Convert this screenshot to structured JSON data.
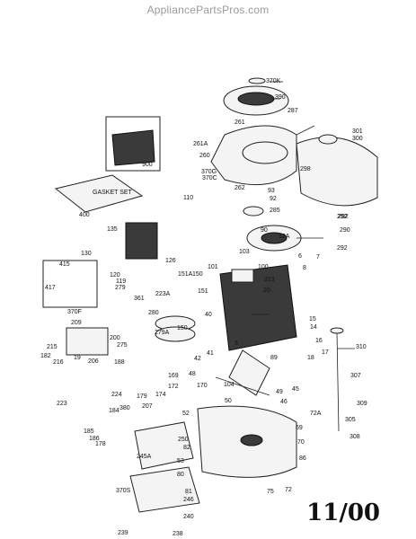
{
  "header": {
    "watermark": "AppliancePartsPros.com"
  },
  "footer": {
    "date_code": "11/00"
  },
  "kit_labels": {
    "gasket_set": "GASKET SET"
  },
  "parts": [
    "370K",
    "390",
    "287",
    "261",
    "301",
    "300",
    "261A",
    "260",
    "298",
    "900",
    "370G",
    "370C",
    "262",
    "93",
    "92",
    "285",
    "110",
    "400",
    "135",
    "292",
    "290",
    "292",
    "90",
    "12A",
    "292",
    "103",
    "7",
    "6",
    "8",
    "130",
    "120",
    "126",
    "101",
    "100",
    "313",
    "151A",
    "150",
    "119",
    "279",
    "223A",
    "361",
    "415",
    "417",
    "20",
    "151",
    "370F",
    "280",
    "209",
    "200",
    "279A",
    "150",
    "40",
    "15",
    "14",
    "310",
    "215",
    "275",
    "41",
    "16",
    "17",
    "182",
    "216",
    "19",
    "206",
    "188",
    "3",
    "89",
    "18",
    "42",
    "307",
    "224",
    "179",
    "174",
    "172",
    "169",
    "170",
    "104",
    "48",
    "49",
    "46",
    "45",
    "309",
    "223",
    "184",
    "380",
    "207",
    "50",
    "52",
    "72A",
    "305",
    "185",
    "186",
    "69",
    "308",
    "250",
    "70",
    "82",
    "53",
    "178",
    "245A",
    "80",
    "86",
    "81",
    "75",
    "72",
    "370S",
    "246",
    "240",
    "238",
    "239"
  ]
}
